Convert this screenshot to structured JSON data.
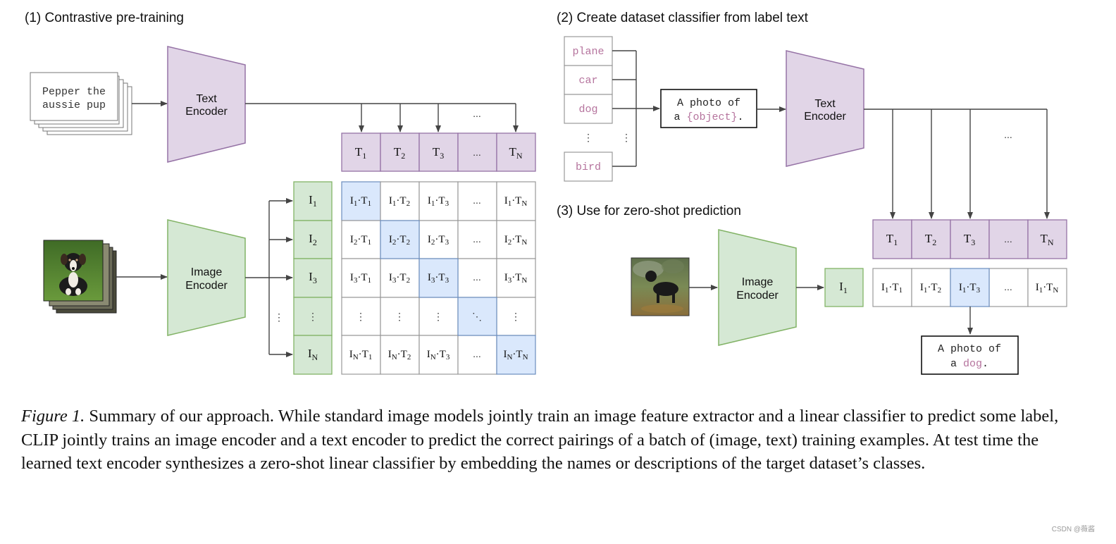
{
  "section1": {
    "title": "(1) Contrastive pre-training"
  },
  "section2": {
    "title": "(2) Create dataset classifier from label text"
  },
  "section3": {
    "title": "(3) Use for zero-shot prediction"
  },
  "text_encoder": {
    "line1": "Text",
    "line2": "Encoder"
  },
  "image_encoder": {
    "line1": "Image",
    "line2": "Encoder"
  },
  "pretrain_text_card": {
    "line1": "Pepper the",
    "line2": "aussie pup"
  },
  "labels": [
    "plane",
    "car",
    "dog",
    "bird"
  ],
  "vertical_dots": "⋮",
  "ellipsis": "...",
  "diagonal_dots": "⋱",
  "prompt_template": {
    "line1": "A photo of",
    "line2_prefix": "a ",
    "placeholder": "{object}",
    "suffix": "."
  },
  "prediction": {
    "line1": "A photo of",
    "line2_prefix": "a ",
    "word": "dog",
    "suffix": "."
  },
  "colors": {
    "purple_fill": "#e1d5e7",
    "purple_stroke": "#9673a6",
    "green_fill": "#d5e8d4",
    "green_stroke": "#82b366",
    "blue_fill": "#dae8fc",
    "blue_stroke": "#6c8ebf",
    "label_pink": "#b5739d",
    "arrow": "#444444"
  },
  "caption": {
    "label": "Figure 1.",
    "text": "Summary of our approach. While standard image models jointly train an image feature extractor and a linear classifier to predict some label, CLIP jointly trains an image encoder and a text encoder to predict the correct pairings of a batch of (image, text) training examples. At test time the learned text encoder synthesizes a zero-shot linear classifier by embedding the names or descriptions of the target dataset’s classes."
  },
  "watermark": "CSDN @薇酱"
}
